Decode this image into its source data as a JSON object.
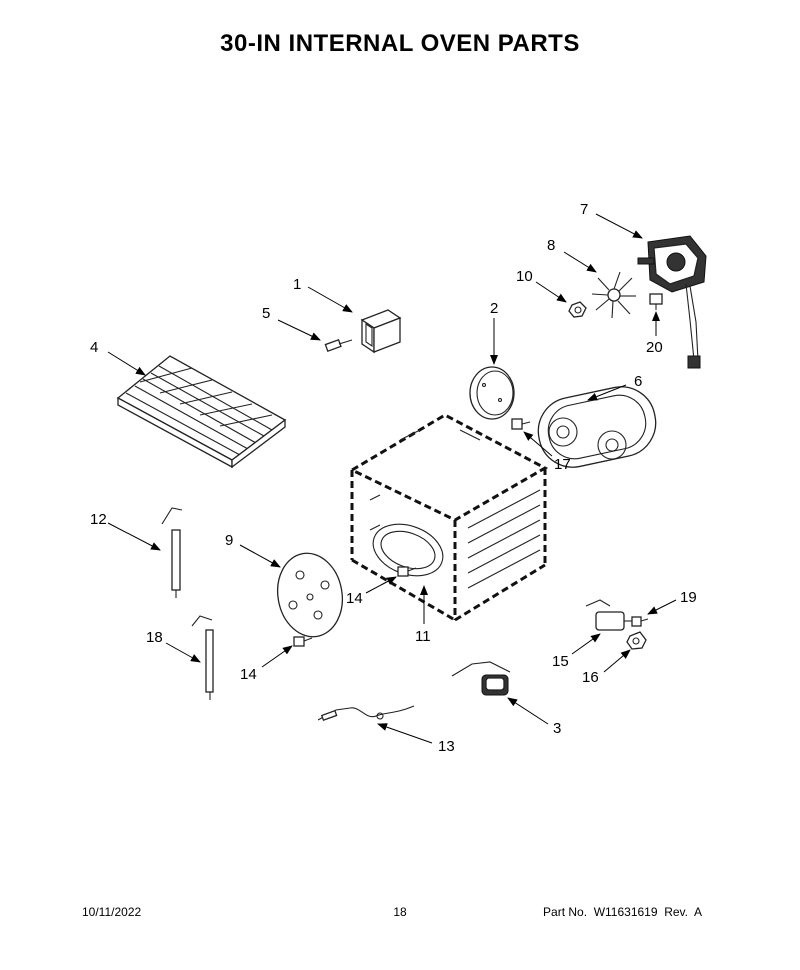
{
  "title": "30-IN INTERNAL OVEN PARTS",
  "footer": {
    "date": "10/11/2022",
    "page": "18",
    "part_no": "Part No.  W11631619  Rev.  A"
  },
  "callouts": {
    "c1": "1",
    "c2": "2",
    "c3": "3",
    "c4": "4",
    "c5": "5",
    "c6": "6",
    "c7": "7",
    "c8": "8",
    "c9": "9",
    "c10": "10",
    "c11": "11",
    "c12": "12",
    "c13": "13",
    "c14a": "14",
    "c14b": "14",
    "c15": "15",
    "c16": "16",
    "c17": "17",
    "c18": "18",
    "c19": "19",
    "c20": "20"
  }
}
